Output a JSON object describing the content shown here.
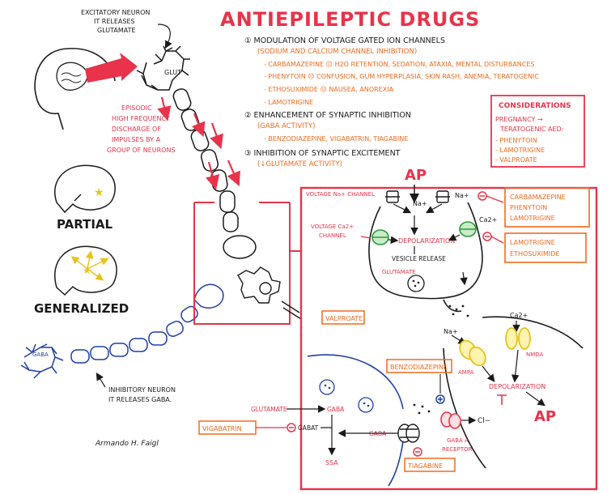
{
  "title": "ANTIEPILEPTIC DRUGS",
  "mechanisms": {
    "m1_title": "① MODULATION OF VOLTAGE GATED ION CHANNELS",
    "m1_sub": "(SODIUM AND CALCIUM CHANNEL INHIBITION)",
    "m1_items": [
      "- CARBAMAZEPINE ☹ H2O RETENTION, SEDATION, ATAXIA, MENTAL DISTURBANCES",
      "- PHENYTOIN ☹ CONFUSION, GUM HYPERPLASIA, SKIN RASH, ANEMIA, TERATOGENIC",
      "- ETHOSUXIMIDE ☹ NAUSEA, ANOREXIA",
      "- LAMOTRIGINE"
    ],
    "m2_title": "② ENHANCEMENT OF SYNAPTIC INHIBITION",
    "m2_sub": "(GABA ACTIVITY)",
    "m2_items": "- BENZODIAZEPINE, VIGABATRIN, TIAGABINE",
    "m3_title": "③ INHIBITION OF SYNAPTIC EXCITEMENT",
    "m3_sub": "(↓GLUTAMATE ACTIVITY)"
  },
  "considerations": {
    "title": "CONSIDERATIONS",
    "line1": "PREGNANCY →",
    "line2": "TERATOGENIC AED:",
    "items": [
      "- PHENYTOIN",
      "- LAMOTRIGINE",
      "- VALPROATE"
    ]
  },
  "left": {
    "excitatory_note_1": "EXCITATORY NEURON",
    "excitatory_note_2": "IT RELEASES",
    "excitatory_note_3": "GLUTAMATE",
    "glut": "GLUT",
    "episodic": [
      "EPISODIC",
      "HIGH FREQUENCY",
      "DISCHARGE OF",
      "IMPULSES BY A",
      "GROUP OF NEURONS"
    ],
    "partial": "PARTIAL",
    "generalized": "GENERALIZED",
    "gaba": "GABA",
    "inhibitory_note_1": "INHIBITORY NEURON",
    "inhibitory_note_2": "IT RELEASES GABA.",
    "signature": "Armando H. Faigl"
  },
  "synapse": {
    "ap_top": "AP",
    "voltage_na": "VOLTAGE Na+ CHANNEL",
    "na_plus": "Na+",
    "na_plus2": "Na+",
    "voltage_ca": "VOLTAGE Ca2+",
    "channel": "CHANNEL",
    "ca2": "Ca2+",
    "depolarization": "DEPOLARIZATION",
    "vesicle_release": "VESICLE RELEASE",
    "glutamate": "GLUTAMATE",
    "drugs_na": [
      "CARBAMAZEPINE",
      "PHENYTOIN",
      "LAMOTRIGINE"
    ],
    "drugs_ca": [
      "LAMOTRIGINE",
      "ETHOSUXIMIDE"
    ],
    "valproate": "VALPROATE",
    "na_post": "Na+",
    "ca_post": "Ca2+",
    "ampa": "AMPA",
    "nmda": "NMDA",
    "depolarization_post": "DEPOLARIZATION",
    "ap_post": "AP",
    "benzodiazepine": "BENZODIAZEPINE",
    "glutamate_gaba": "GLUTAMATE",
    "gaba_label": "GABA",
    "vigabatrin": "VIGABATRIN",
    "gabat": "GABAT",
    "ssa": "SSA",
    "gaba_reuptake": "GABA",
    "tiagabine": "TIAGABINE",
    "cl": "Cl−",
    "gaba_a": "GABA A",
    "receptor": "RECEPTOR"
  },
  "colors": {
    "red": "#e8334a",
    "orange": "#f06a1f",
    "blue": "#1f3fa8",
    "green": "#2f9a3c",
    "yellow": "#e8c21a",
    "black": "#1a1a1a"
  }
}
